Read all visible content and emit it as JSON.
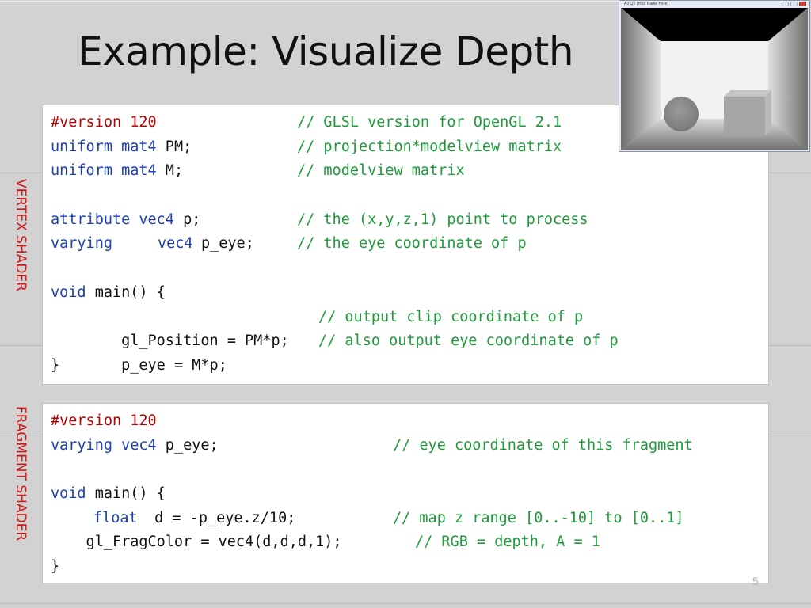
{
  "slide": {
    "title": "Example: Visualize Depth",
    "page_number": "5"
  },
  "labels": {
    "vertex": "VERTEX SHADER",
    "fragment": "FRAGMENT SHADER"
  },
  "vertex_shader": {
    "l1_directive": "#version 120",
    "l1_comment": "// GLSL version for OpenGL 2.1",
    "l2_kw1": "uniform",
    "l2_kw2": "mat4",
    "l2_rest": " PM;",
    "l2_comment": "// projection*modelview matrix",
    "l3_kw1": "uniform",
    "l3_kw2": "mat4",
    "l3_rest": " M;",
    "l3_comment": "// modelview matrix",
    "l5_kw1": "attribute",
    "l5_kw2": "vec4",
    "l5_rest": " p;",
    "l5_comment": "// the (x,y,z,1) point to process",
    "l6_kw1": "varying",
    "l6_kw2": "vec4",
    "l6_rest": " p_eye;",
    "l6_comment": "// the eye coordinate of p",
    "l8_kw": "void",
    "l8_rest": " main() {",
    "l9_code": "    gl_Position = PM*p;",
    "l9_comment": "// output clip coordinate of p",
    "l10_code": "    p_eye = M*p;",
    "l10_comment": "// also output eye coordinate of p",
    "l11_code": "}"
  },
  "fragment_shader": {
    "l1_directive": "#version 120",
    "l2_kw1": "varying",
    "l2_kw2": "vec4",
    "l2_rest": " p_eye;",
    "l2_comment": "// eye coordinate of this fragment",
    "l4_kw": "void",
    "l4_rest": " main() {",
    "l5_kw": "float",
    "l5_rest": " d = -p_eye.z/10;",
    "l5_comment": "// map z range [0..-10] to [0..1]",
    "l6_code": "    gl_FragColor = vec4(d,d,d,1);",
    "l6_comment": "// RGB = depth, A = 1",
    "l7_code": "}"
  },
  "render_window": {
    "title": "A3 Q2 (Your Name Here)"
  },
  "colors": {
    "keyword": "#1c3fb4",
    "preprocessor": "#b30000",
    "comment": "#1f9a3a",
    "side_label": "#cc1a1a"
  }
}
